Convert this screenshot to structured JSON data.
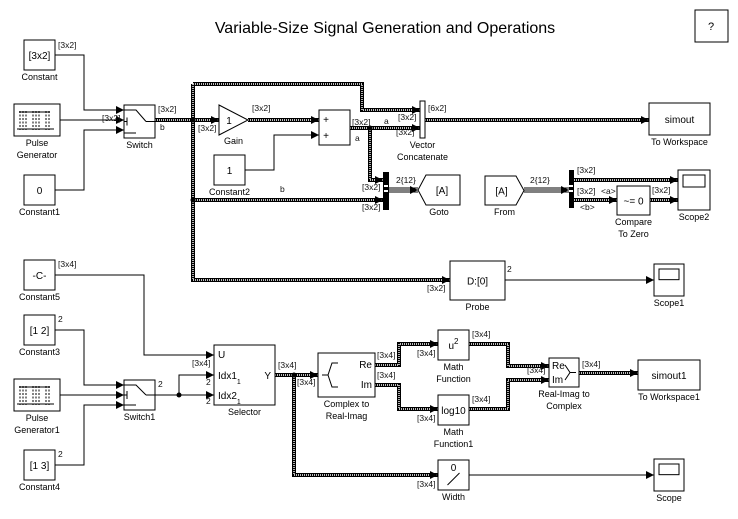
{
  "title": "Variable-Size Signal Generation and Operations",
  "help_button": "?",
  "blocks": {
    "constant": {
      "text": "[3x2]",
      "label": [
        "Constant"
      ]
    },
    "pulse_generator": {
      "text": "",
      "label": [
        "Pulse",
        "Generator"
      ]
    },
    "constant1": {
      "text": "0",
      "label": [
        "Constant1"
      ]
    },
    "switch": {
      "text": "",
      "label": [
        "Switch"
      ]
    },
    "gain": {
      "text": "1",
      "label": [
        "Gain"
      ]
    },
    "constant2": {
      "text": "1",
      "label": [
        "Constant2"
      ]
    },
    "sum": {
      "ports": [
        "+",
        "+"
      ]
    },
    "vector_concatenate": {
      "label": [
        "Vector",
        "Concatenate"
      ]
    },
    "to_workspace": {
      "text": "simout",
      "label": [
        "To Workspace"
      ]
    },
    "goto": {
      "text": "[A]",
      "label": [
        "Goto"
      ]
    },
    "from": {
      "text": "[A]",
      "label": [
        "From"
      ]
    },
    "compare_to_zero": {
      "text": "~= 0",
      "label": [
        "Compare",
        "To Zero"
      ]
    },
    "scope2": {
      "label": [
        "Scope2"
      ]
    },
    "probe": {
      "text": "D:[0]",
      "label": [
        "Probe"
      ]
    },
    "scope1": {
      "label": [
        "Scope1"
      ]
    },
    "constant5": {
      "text": "-C-",
      "label": [
        "Constant5"
      ]
    },
    "constant3": {
      "text": "[1  2]",
      "label": [
        "Constant3"
      ]
    },
    "pulse_generator1": {
      "text": "",
      "label": [
        "Pulse",
        "Generator1"
      ]
    },
    "constant4": {
      "text": "[1  3]",
      "label": [
        "Constant4"
      ]
    },
    "switch1": {
      "text": "",
      "label": [
        "Switch1"
      ]
    },
    "selector": {
      "ports": [
        "U",
        "Idx1",
        "Idx2",
        "Y"
      ],
      "label": [
        "Selector"
      ]
    },
    "complex_to_real_imag": {
      "ports": [
        "Re",
        "Im"
      ],
      "label": [
        "Complex to",
        "Real-Imag"
      ]
    },
    "math_function": {
      "text": "u",
      "sup": "2",
      "label": [
        "Math",
        "Function"
      ]
    },
    "math_function1": {
      "text": "log10",
      "label": [
        "Math",
        "Function1"
      ]
    },
    "real_imag_to_complex": {
      "ports": [
        "Re",
        "Im"
      ],
      "label": [
        "Real-Imag to",
        "Complex"
      ]
    },
    "to_workspace1": {
      "text": "simout1",
      "label": [
        "To Workspace1"
      ]
    },
    "width": {
      "text": "0",
      "label": [
        "Width"
      ]
    },
    "scope": {
      "label": [
        "Scope"
      ]
    }
  },
  "signal_labels": [
    "[3x2]",
    "[3x2]",
    "[3x2]",
    "b",
    "[3x2]",
    "[3x2]",
    "[3x2]",
    "a",
    "a",
    "[3x2]",
    "[3x2]",
    "[6x2]",
    "b",
    "[3x2]",
    "[3x2]",
    "2{12}",
    "2{12}",
    "[3x2]",
    "[3x2]",
    "<a>",
    "<b>",
    "[3x2]",
    "[3x2]",
    "2",
    "[3x4]",
    "2",
    "2",
    "2",
    "[3x4]",
    "2",
    "2",
    "[3x4]",
    "[3x4]",
    "[3x4]",
    "[3x4]",
    "[3x4]",
    "[3x4]",
    "[3x4]",
    "[3x4]",
    "[3x4]",
    "[3x4]",
    "[3x4]"
  ]
}
